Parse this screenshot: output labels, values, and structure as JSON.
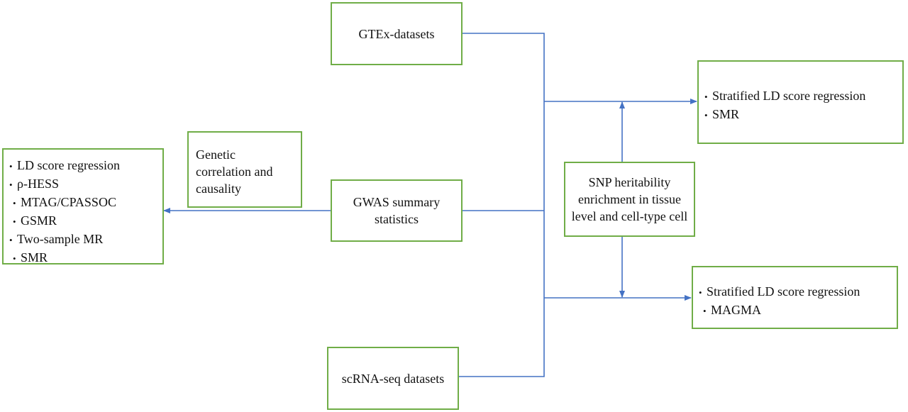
{
  "colors": {
    "box_border": "#70ad47",
    "connector": "#4472c4",
    "text": "#111111"
  },
  "nodes": {
    "gtex": {
      "label": "GTEx-datasets"
    },
    "gwas": {
      "label": "GWAS summary statistics"
    },
    "scrna": {
      "label": "scRNA-seq datasets"
    },
    "genetic_correlation": {
      "label": "Genetic correlation and causality"
    },
    "snp_heritability": {
      "label": "SNP heritability enrichment in tissue level and cell-type cell"
    },
    "left_methods": {
      "items": [
        "LD score regression",
        "ρ-HESS",
        "MTAG/CPASSOC",
        "GSMR",
        "Two-sample MR",
        "SMR"
      ]
    },
    "tissue_methods": {
      "items": [
        "Stratified LD score regression",
        "SMR"
      ]
    },
    "celltype_methods": {
      "items": [
        "Stratified LD score regression",
        "MAGMA"
      ]
    }
  }
}
